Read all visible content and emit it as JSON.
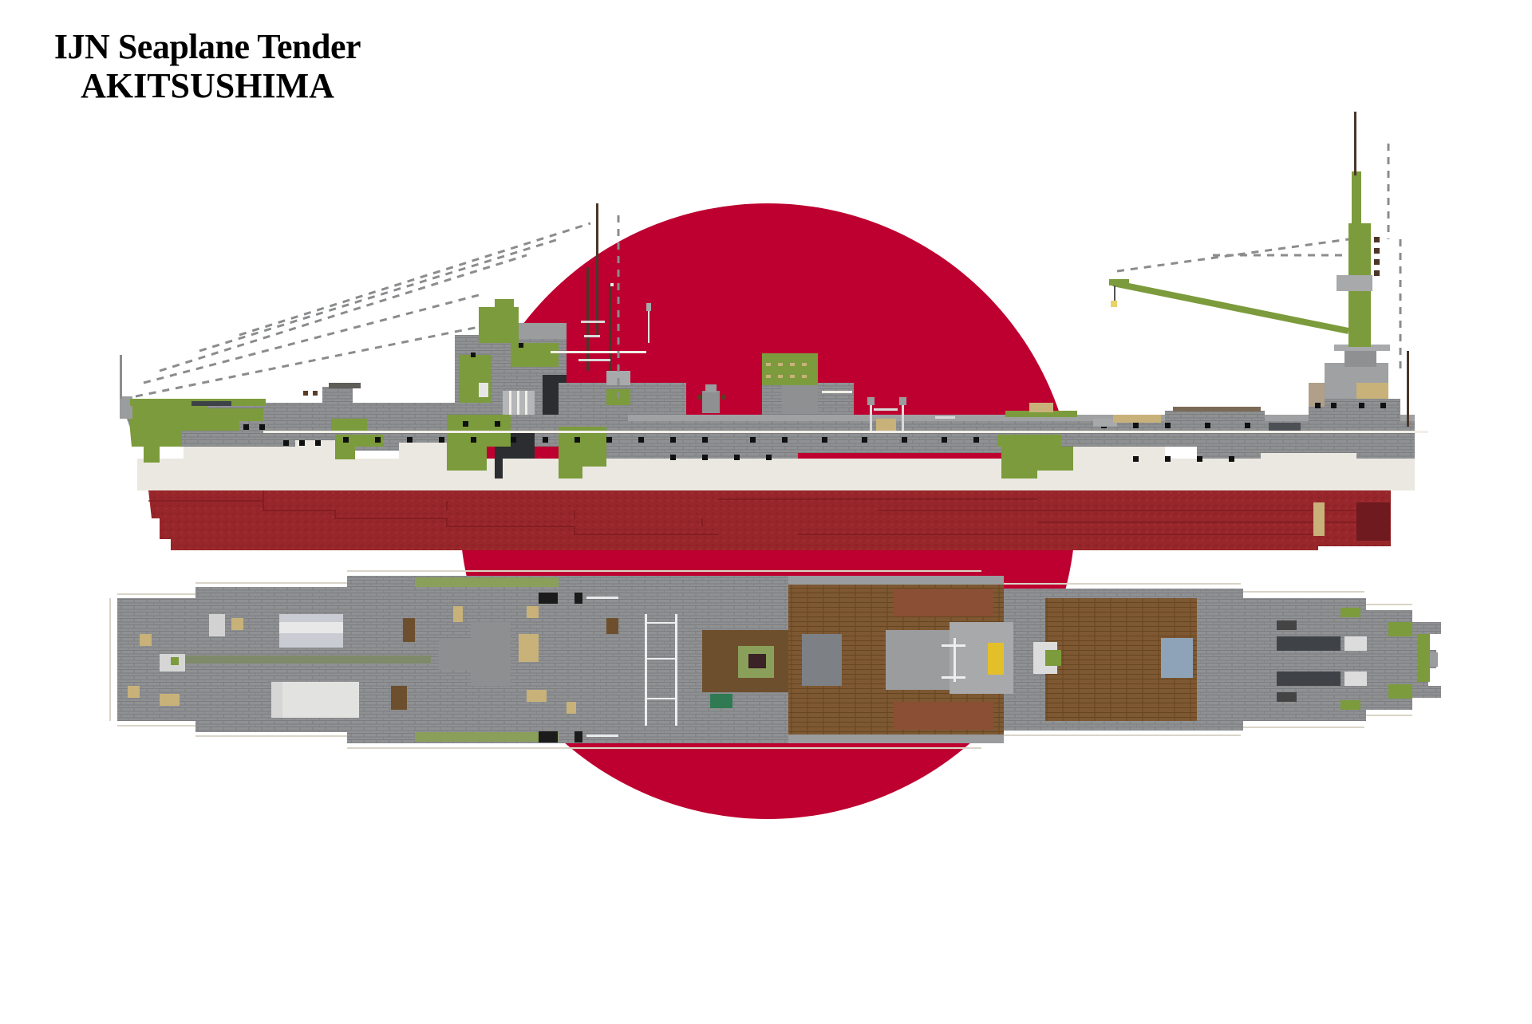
{
  "title": {
    "line1": "IJN Seaplane Tender",
    "line2": "AKITSUSHIMA"
  },
  "colors": {
    "background": "#ffffff",
    "sun_red": "#bd0030",
    "hull_red": "#97262a",
    "hull_red_dark": "#7e1d21",
    "boot_white": "#e9e6df",
    "hull_gray": "#8e9092",
    "hull_gray_light": "#a7a9ab",
    "camo_green": "#7a9a3a",
    "deck_wood": "#7b5633",
    "deck_gray": "#8d8f91",
    "port_black": "#111111"
  },
  "views": {
    "side_profile": "side-elevation",
    "top_plan": "plan-view"
  }
}
